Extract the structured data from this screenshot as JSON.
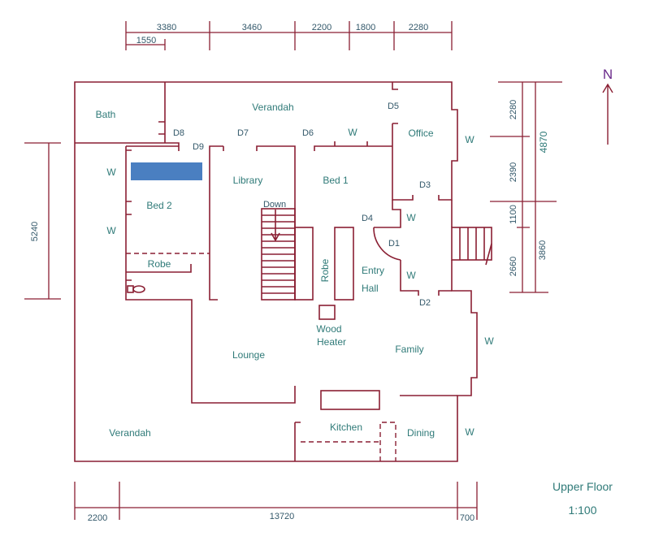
{
  "title": "Upper Floor",
  "scale": "1:100",
  "north": "N",
  "colors": {
    "walls": "#8a1f33",
    "text": "#2f7a78",
    "bed": "#4a7fc1",
    "north": "#6a2a8a"
  },
  "dimensions": {
    "top": [
      "3380",
      "3460",
      "2200",
      "1800",
      "2280"
    ],
    "top_sub": "1550",
    "left": "5240",
    "right_inner": [
      "2280",
      "2390",
      "1100",
      "2660"
    ],
    "right_outer": [
      "4870",
      "3860"
    ],
    "bottom": [
      "2200",
      "13720",
      "700"
    ]
  },
  "rooms": {
    "bath": "Bath",
    "verandah_top": "Verandah",
    "office": "Office",
    "library": "Library",
    "bed1": "Bed 1",
    "bed2": "Bed 2",
    "robe_bed2": "Robe",
    "robe_hall": "Robe",
    "entry1": "Entry",
    "entry2": "Hall",
    "down": "Down",
    "wood1": "Wood",
    "wood2": "Heater",
    "lounge": "Lounge",
    "family": "Family",
    "kitchen": "Kitchen",
    "dining": "Dining",
    "verandah_bottom": "Verandah"
  },
  "doors": {
    "d1": "D1",
    "d2": "D2",
    "d3": "D3",
    "d4": "D4",
    "d5": "D5",
    "d6": "D6",
    "d7": "D7",
    "d8": "D8",
    "d9": "D9"
  },
  "windows": {
    "w_top": "W",
    "w_office": "W",
    "w_bed2a": "W",
    "w_bed2b": "W",
    "w_entry1": "W",
    "w_entry2": "W",
    "w_family": "W",
    "w_dining": "W"
  }
}
